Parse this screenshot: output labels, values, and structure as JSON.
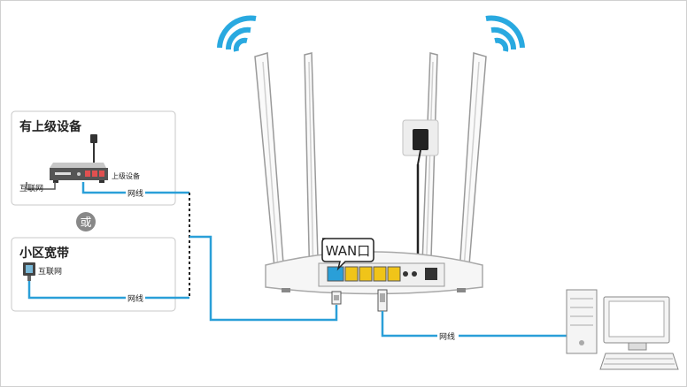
{
  "upstream_box": {
    "title": "有上级设备",
    "device_label": "上级设备",
    "internet_label": "互联网",
    "cable_label": "网线"
  },
  "or_label": "或",
  "broadband_box": {
    "title": "小区宽带",
    "internet_label": "互联网",
    "cable_label": "网线"
  },
  "router": {
    "wan_label": "WAN口"
  },
  "pc_cable_label": "网线",
  "colors": {
    "cable": "#2a9fd8",
    "wifi": "#29a9e0",
    "lan_port": "#f0c419",
    "box_border": "#c8c8c8"
  }
}
